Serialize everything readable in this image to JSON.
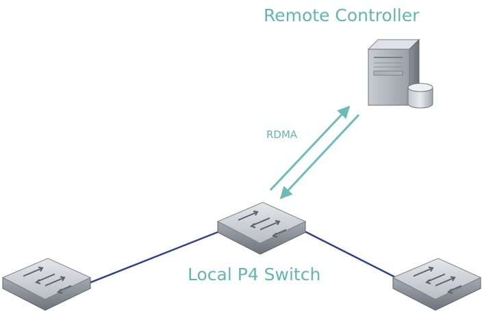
{
  "labels": {
    "remote_controller": "Remote Controller",
    "local_switch": "Local P4 Switch",
    "link": "RDMA"
  },
  "colors": {
    "label_text": "#5fb8b0",
    "arrow": "#6bbcb6",
    "network_link": "#2e3f94",
    "device_body": "#9ca3ab",
    "device_top": "#d4d8dd"
  },
  "icons": {
    "controller": "server-with-database-icon",
    "switch": "network-switch-icon"
  }
}
